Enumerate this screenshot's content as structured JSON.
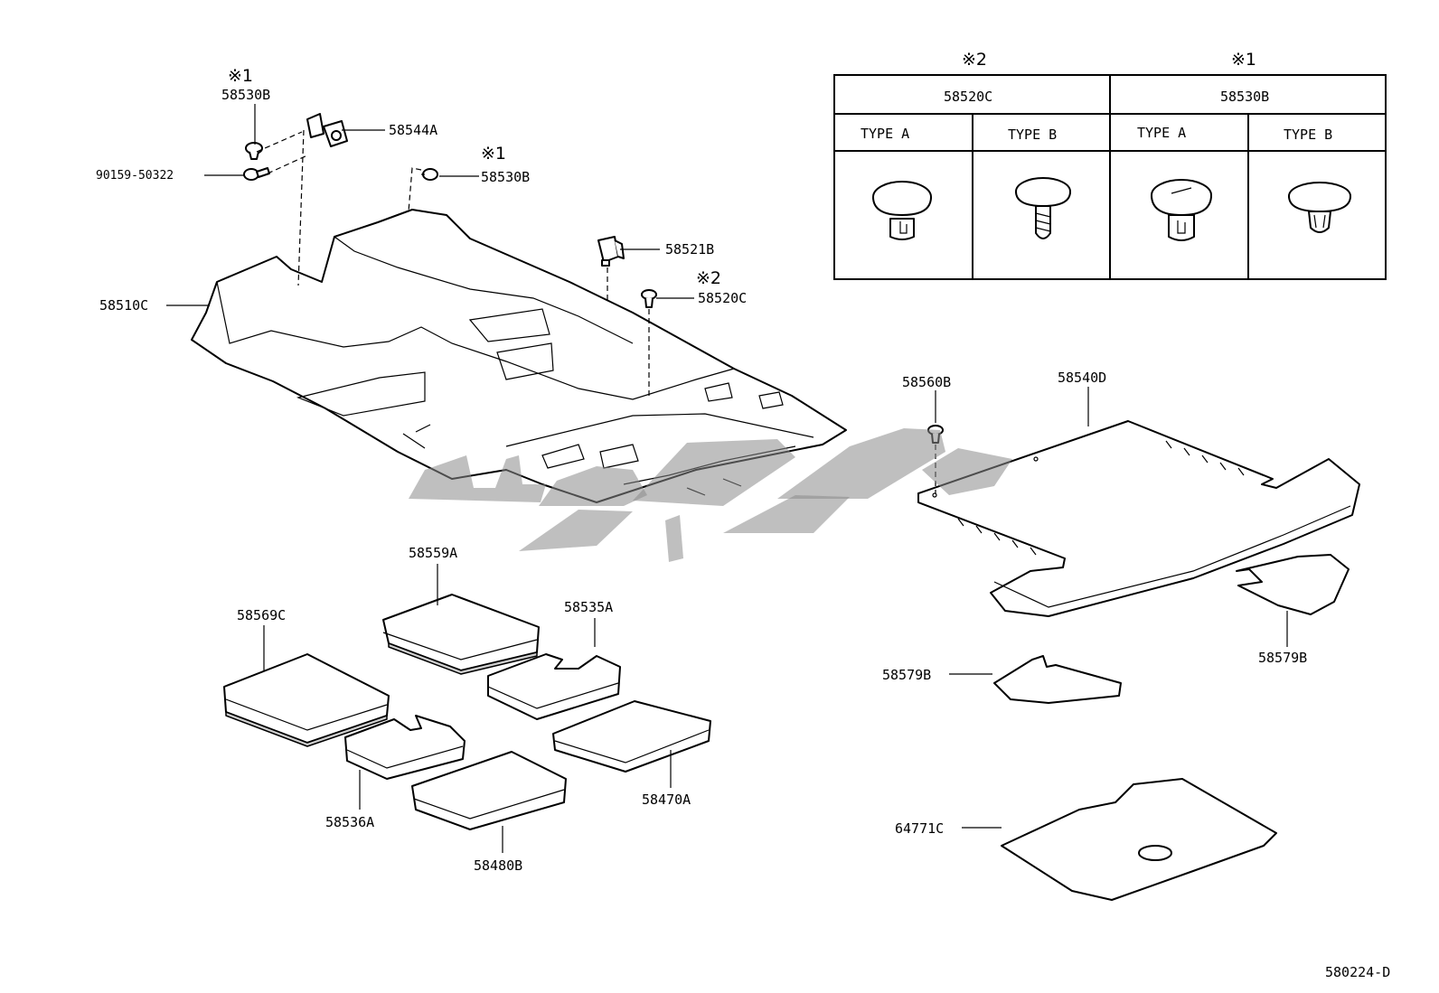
{
  "labels": {
    "p58530B_top": "58530B",
    "mark1_top": "※1",
    "p58544A": "58544A",
    "p90159": "90159-50322",
    "p58530B_mid": "58530B",
    "mark1_mid": "※1",
    "p58510C": "58510C",
    "p58521B": "58521B",
    "mark2": "※2",
    "p58520C": "58520C",
    "p58560B": "58560B",
    "p58540D": "58540D",
    "p58559A": "58559A",
    "p58535A": "58535A",
    "p58569C": "58569C",
    "p58536A": "58536A",
    "p58470A": "58470A",
    "p58480B": "58480B",
    "p58579B_left": "58579B",
    "p58579B_right": "58579B",
    "p64771C": "64771C",
    "diagram_code": "580224-D"
  },
  "clip_table": {
    "groups": [
      {
        "mark": "※2",
        "part": "58520C",
        "types": [
          "TYPE A",
          "TYPE B"
        ]
      },
      {
        "mark": "※1",
        "part": "58530B",
        "types": [
          "TYPE A",
          "TYPE B"
        ]
      }
    ]
  },
  "watermark": "gray brand logo"
}
